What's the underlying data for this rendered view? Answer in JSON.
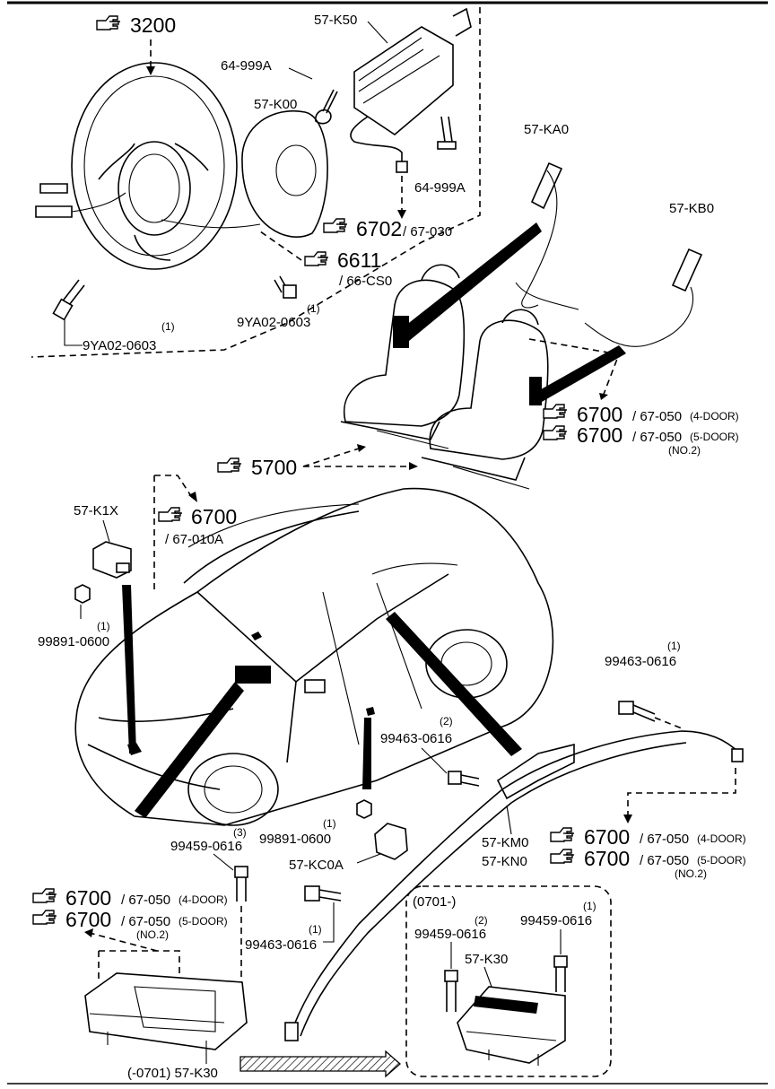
{
  "parts": {
    "k50": "57-K50",
    "s64a_top": "64-999A",
    "k00": "57-K00",
    "s64a_bottom": "64-999A",
    "ka0": "57-KA0",
    "kb0": "57-KB0",
    "k1x": "57-K1X",
    "n99891_top": "99891-0600",
    "n99891_bottom": "99891-0600",
    "b9ya_left": "9YA02-0603",
    "b9ya_right": "9YA02-0603",
    "b99463_a": "99463-0616",
    "b99463_b": "99463-0616",
    "b99463_c": "99463-0616",
    "b99459_a": "99459-0616",
    "b99459_b": "99459-0616",
    "b99459_c": "99459-0616",
    "kc0a": "57-KC0A",
    "km0": "57-KM0",
    "kn0": "57-KN0",
    "k30_inset": "57-K30",
    "k30_bottom": "(-0701) 57-K30",
    "inset_title": "(0701-)"
  },
  "quantities": {
    "q1": "(1)",
    "q2": "(2)",
    "q3": "(3)"
  },
  "refs": {
    "r3200": "3200",
    "r6702": "6702",
    "r6702_sub": "/ 67-030",
    "r6611": "6611",
    "r6611_sub": "/ 66-CS0",
    "r6700": "6700",
    "sub_050": "/ 67-050",
    "sub_010a": "/ 67-010A",
    "r5700": "5700",
    "door4": "(4-DOOR)",
    "door5": "(5-DOOR)",
    "no2": "(NO.2)"
  },
  "icons": {
    "ref_pointer": "pointing-hand-icon"
  }
}
